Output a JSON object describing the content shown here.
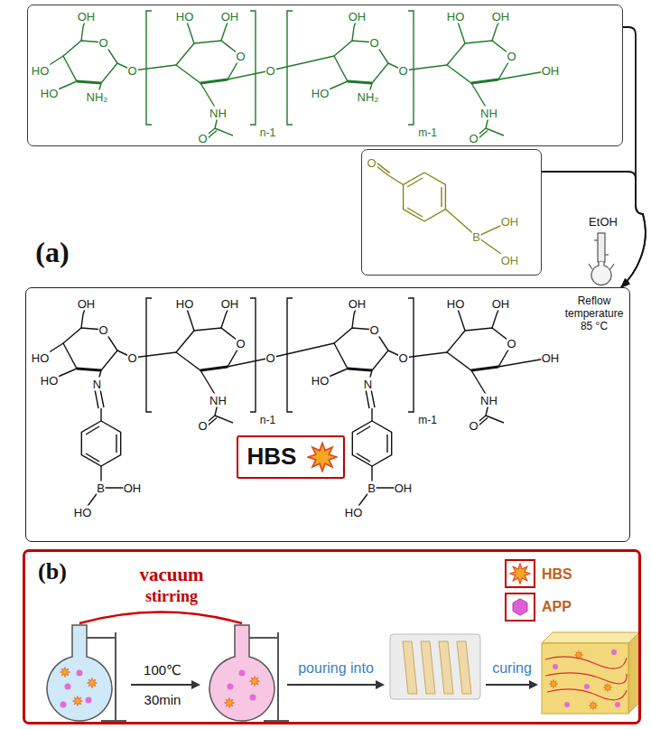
{
  "diagram": {
    "nodes": [
      {
        "text": [
          "OH",
          "O",
          "HO",
          "O",
          "HO",
          "NH₂",
          "HO",
          "OH",
          "O",
          "O",
          "NH",
          "O",
          "n-1",
          "OH",
          "O",
          "O",
          "HO",
          "NH₂",
          "m-1",
          "HO",
          "OH",
          "O",
          "OH",
          "NH",
          "O"
        ]
      },
      {
        "text": [
          "O",
          "OH",
          "B",
          "OH"
        ]
      },
      {
        "text": [
          "OH",
          "O",
          "HO",
          "O",
          "HO",
          "N",
          "B",
          "OH",
          "HO",
          "HO",
          "OH",
          "O",
          "O",
          "NH",
          "O",
          "n-1",
          "OH",
          "O",
          "O",
          "HO",
          "N",
          "m-1",
          "B",
          "OH",
          "HO",
          "HO",
          "OH",
          "O",
          "OH",
          "NH",
          "O"
        ]
      },
      {
        "text": [
          "HBS"
        ],
        "in": 2
      },
      {
        "text": [
          "(b)"
        ]
      }
    ],
    "edges": [
      {
        "from": 0,
        "to": 2,
        "arrow": "to"
      },
      {
        "from": 1,
        "to": 2,
        "arrow": "to"
      }
    ],
    "labels": [
      "(a)",
      "EtOH",
      "Reflow temperature 85 °C",
      "vacuum",
      "stirring",
      "100℃",
      "30min",
      "pouring into",
      "curing"
    ],
    "legend": [
      {
        "text": "HBS"
      },
      {
        "text": "APP"
      }
    ]
  }
}
